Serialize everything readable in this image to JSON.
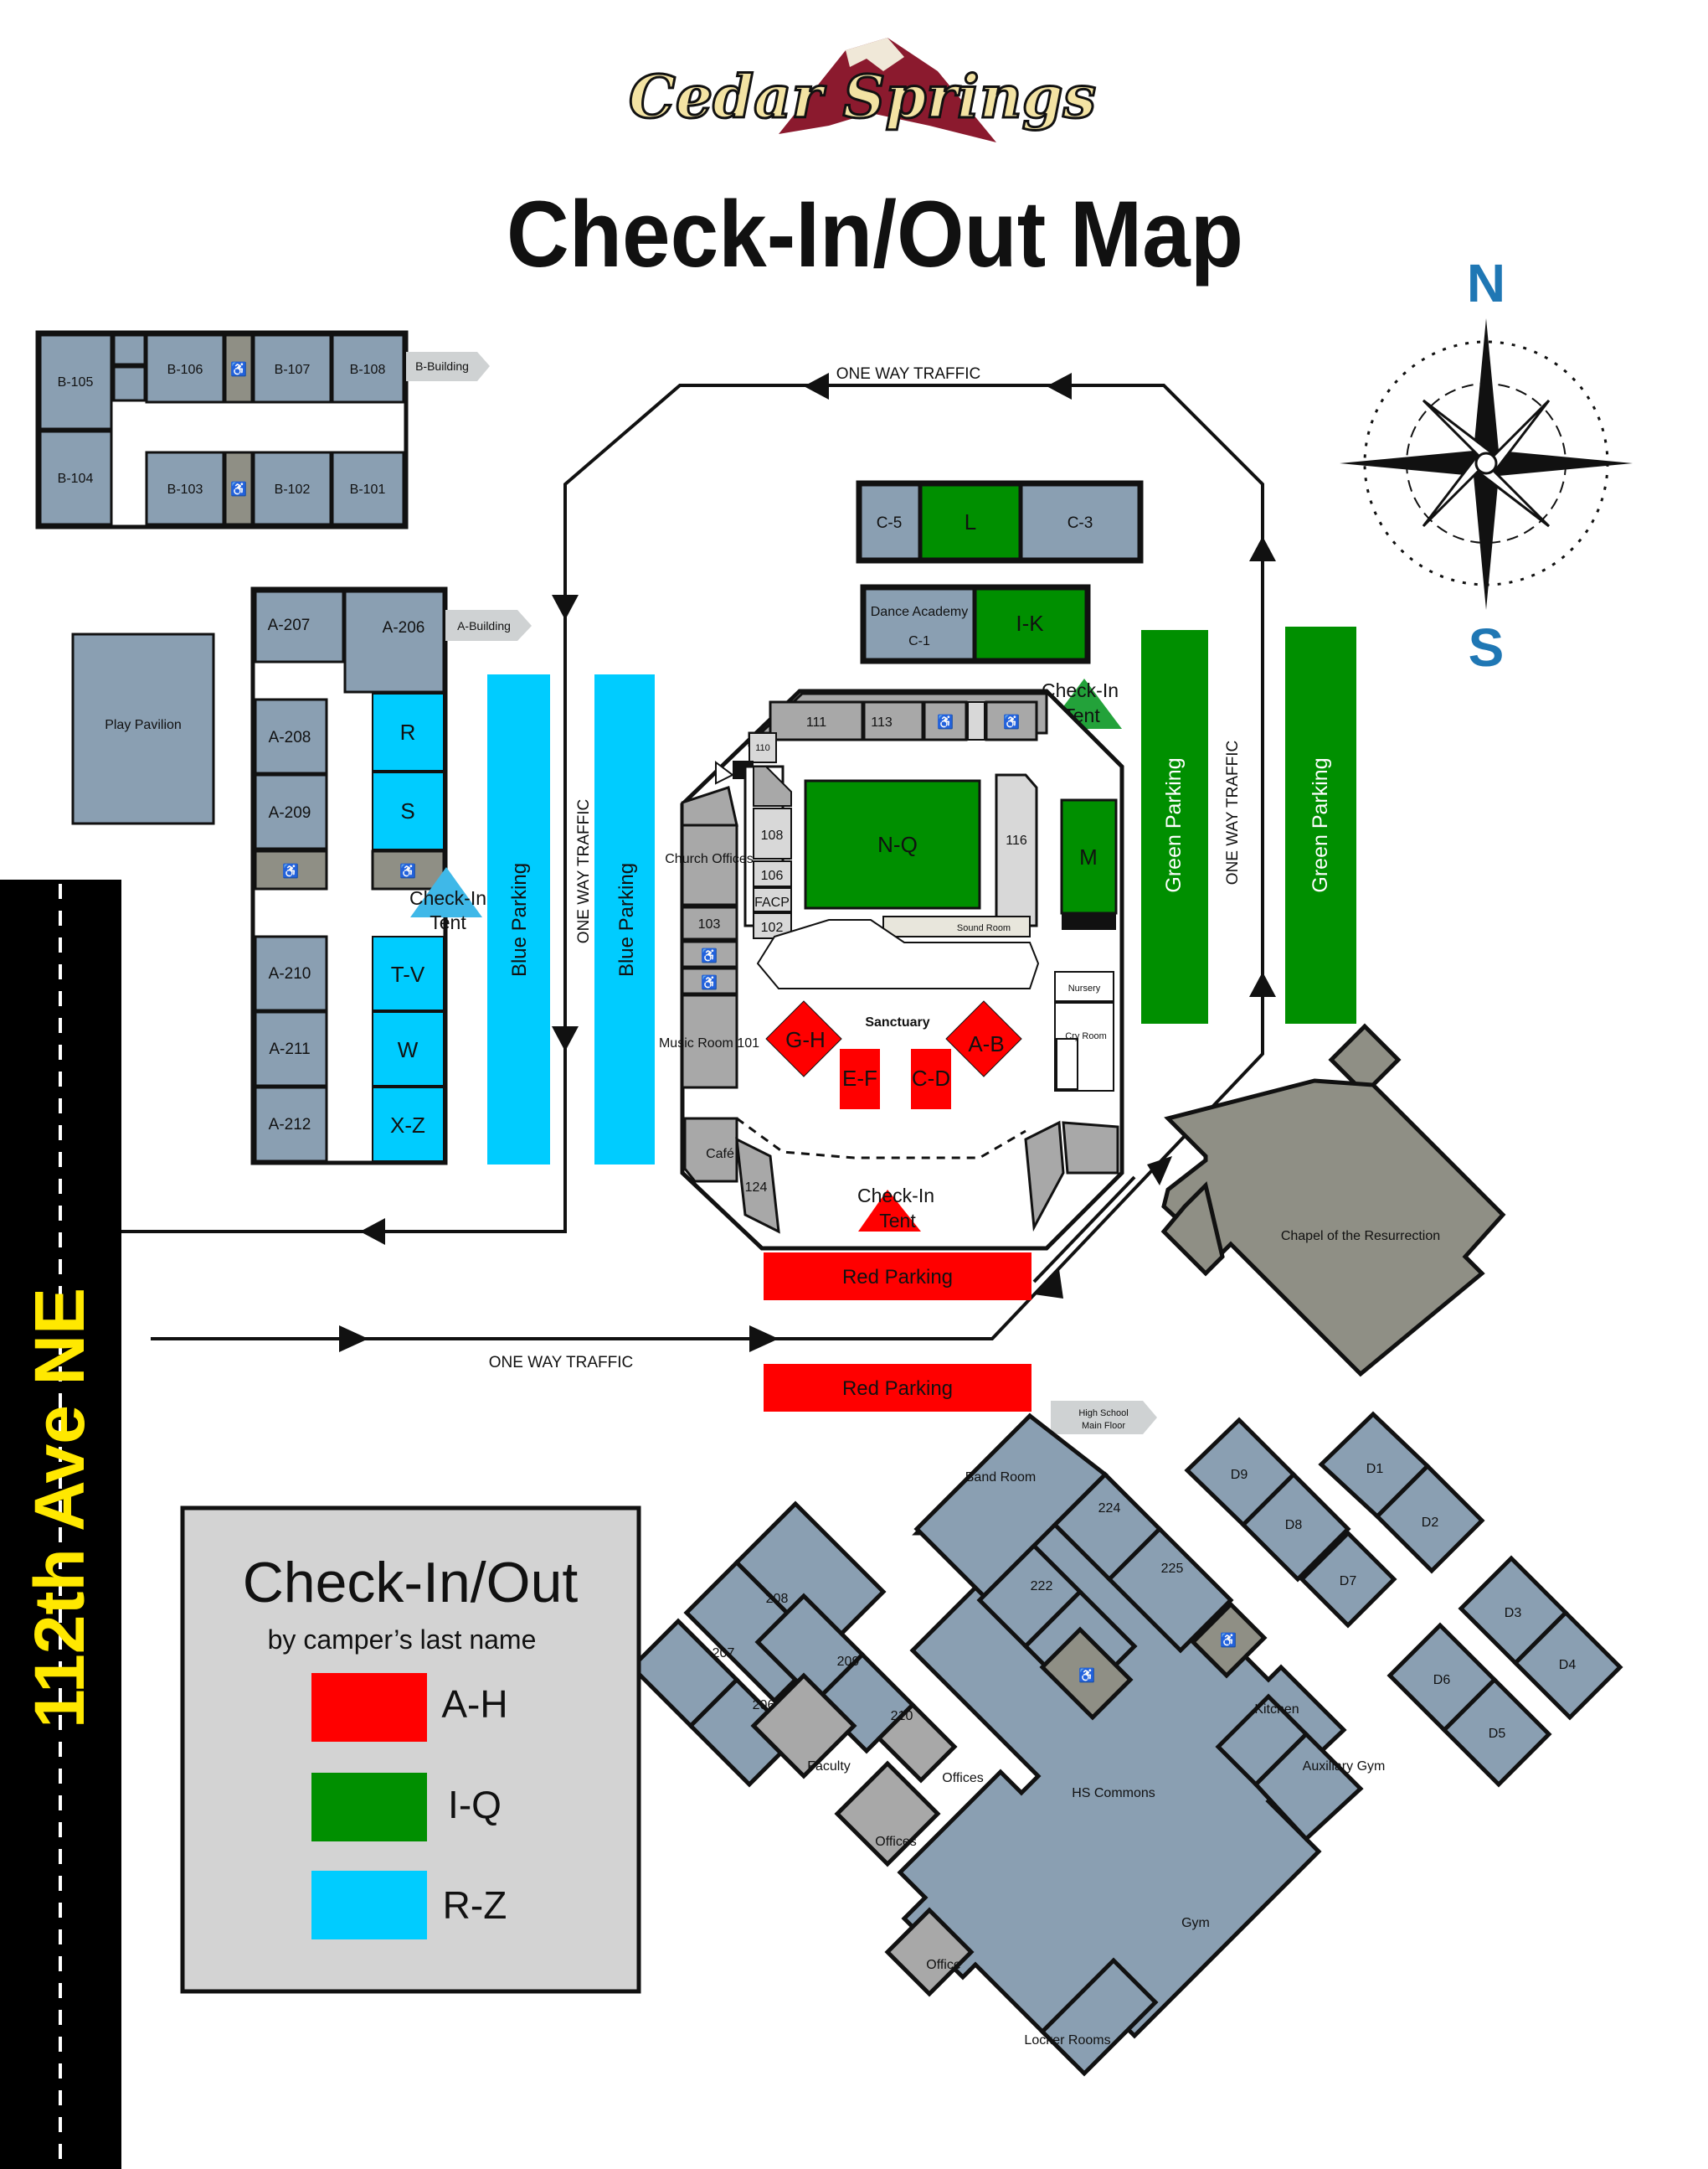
{
  "header": {
    "logo_text": "Cedar Springs",
    "title": "Check-In/Out Map"
  },
  "compass": {
    "north": "N",
    "south": "S"
  },
  "road": {
    "label": "112th Ave NE"
  },
  "traffic": {
    "label": "ONE WAY TRAFFIC"
  },
  "tags": {
    "b_building": "B-Building",
    "a_building": "A-Building",
    "high_school": [
      "High School",
      "Main Floor"
    ]
  },
  "b_building": {
    "rooms": [
      "B-105",
      "B-106",
      "B-107",
      "B-108",
      "B-104",
      "B-103",
      "B-102",
      "B-101"
    ]
  },
  "a_building": {
    "rooms": [
      "A-207",
      "A-206",
      "A-208",
      "A-209",
      "A-210",
      "A-211",
      "A-212"
    ],
    "zones": [
      "R",
      "S",
      "T-V",
      "W",
      "X-Z"
    ]
  },
  "play_pavilion": "Play Pavilion",
  "c_building": {
    "rooms": [
      "C-5",
      "C-3"
    ],
    "zone": "L"
  },
  "dance": {
    "name": "Dance Academy",
    "room": "C-1",
    "zone": "I-K"
  },
  "check_in_tent": [
    "Check-In",
    "Tent"
  ],
  "parking": {
    "blue": "Blue Parking",
    "green": "Green Parking",
    "red": "Red Parking"
  },
  "main_building": {
    "rooms": [
      "111",
      "113",
      "110",
      "108",
      "106",
      "FACP",
      "102",
      "116",
      "103",
      "Church Offices",
      "Music Room 101",
      "Café",
      "124",
      "Nursery",
      "Cry Room",
      "Sound Room"
    ],
    "sanctuary": "Sanctuary",
    "zones": [
      "N-Q",
      "M",
      "G-H",
      "E-F",
      "C-D",
      "A-B"
    ]
  },
  "chapel": "Chapel of the Resurrection",
  "high_school": {
    "rooms": [
      "Band Room",
      "224",
      "225",
      "222",
      "208",
      "207",
      "209",
      "206",
      "210",
      "Faculty",
      "Offices",
      "Offices",
      "HS Commons",
      "Kitchen",
      "Auxiliary Gym",
      "Gym",
      "Office",
      "Locker Rooms"
    ]
  },
  "d_buildings": [
    "D9",
    "D8",
    "D1",
    "D2",
    "D7",
    "D3",
    "D4",
    "D6",
    "D5"
  ],
  "legend": {
    "title": "Check-In/Out",
    "subtitle": "by camper’s last name",
    "items": [
      {
        "label": "A-H",
        "color": "#ff0000"
      },
      {
        "label": "I-Q",
        "color": "#008f00"
      },
      {
        "label": "R-Z",
        "color": "#00ccff"
      }
    ]
  },
  "colors": {
    "room": "#8a9fb2",
    "gray": "#a8a8a8",
    "dark_gray": "#8f8f85",
    "red": "#ff0000",
    "green": "#008f00",
    "blue": "#00ccff"
  }
}
